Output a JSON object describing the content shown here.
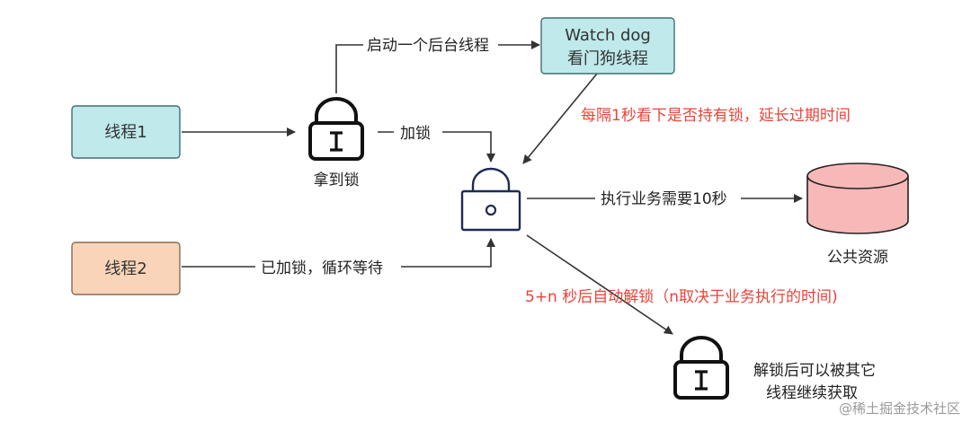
{
  "thread1": {
    "label": "线程1",
    "fill": "#bfe9ea",
    "stroke": "#3f6e72"
  },
  "thread2": {
    "label": "线程2",
    "fill": "#f9d4b8",
    "stroke": "#8a6a55"
  },
  "watchdog": {
    "line1": "Watch dog",
    "line2": "看门狗线程",
    "fill": "#bfe9ea",
    "stroke": "#3f6e72"
  },
  "resource": {
    "label": "公共资源",
    "fill": "#f7b9b8",
    "stroke": "#222222"
  },
  "labels": {
    "start_thread": "启动一个后台线程",
    "got_lock": "拿到锁",
    "add_lock": "加锁",
    "watchdog_check": "每隔1秒看下是否持有锁，延长过期时间",
    "exec_business": "执行业务需要10秒",
    "locked_wait": "已加锁，循环等待",
    "auto_unlock": "5+n 秒后自动解锁（n取决于业务执行的时间)",
    "after_unlock_line1": "解锁后可以被其它",
    "after_unlock_line2": "线程继续获取"
  },
  "colors": {
    "lock_stroke": "#1f2a55",
    "icon_stroke": "#111111",
    "accent_red": "#e8443a",
    "arrow": "#333333"
  },
  "watermark": "@稀土掘金技术社区"
}
